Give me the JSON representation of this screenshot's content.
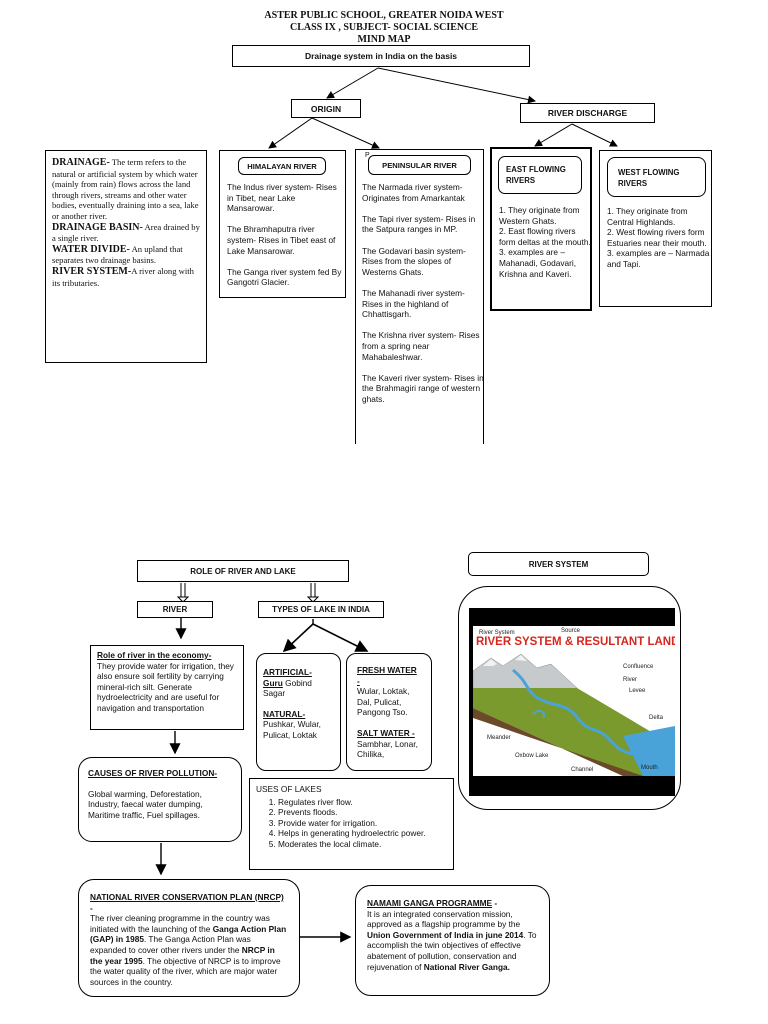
{
  "header": {
    "line1": "ASTER PUBLIC SCHOOL, GREATER NOIDA WEST",
    "line2": "CLASS IX , SUBJECT- SOCIAL SCIENCE",
    "line3": "MIND MAP"
  },
  "top": {
    "main_title": "Drainage system in India on the basis",
    "origin": "ORIGIN",
    "river_discharge": "RIVER DISCHARGE",
    "definitions": [
      {
        "term": "DRAINAGE-",
        "text": " The term refers to the natural or artificial system by which water (mainly from rain) flows across the land through rivers, streams and other water bodies, eventually draining into a sea, lake or another river."
      },
      {
        "term": "DRAINAGE BASIN-",
        "text": " Area drained by a single river."
      },
      {
        "term": "WATER DIVIDE-",
        "text": " An upland that separates two drainage basins."
      },
      {
        "term": "RIVER SYSTEM-",
        "text": "A river along with its tributaries."
      }
    ],
    "himalayan": {
      "title": "HIMALAYAN RIVER",
      "items": [
        "The Indus river system- Rises in Tibet, near Lake Mansarowar.",
        "The Bhramhaputra river system- Rises in Tibet east of Lake Mansarowar.",
        "The Ganga river system fed By Gangotri Glacier."
      ]
    },
    "peninsular": {
      "stray": "P",
      "title": "PENINSULAR  RIVER",
      "items": [
        "The Narmada river system- Originates from Amarkantak",
        "The Tapi river system- Rises in the Satpura ranges in MP.",
        "The Godavari basin system- Rises from the slopes of Westerns Ghats.",
        "The Mahanadi river system- Rises in the highland of Chhattisgarh.",
        "The Krishna river system- Rises from a spring near Mahabaleshwar.",
        "The Kaveri river system- Rises in the Brahmagiri range of western ghats."
      ]
    },
    "east_flowing": {
      "title": "EAST FLOWING RIVERS",
      "items": [
        "1. They originate from Western Ghats.",
        "2. East flowing rivers form deltas at the mouth.",
        "3. examples are – Mahanadi, Godavari, Krishna and Kaveri."
      ]
    },
    "west_flowing": {
      "title": "WEST FLOWING RIVERS",
      "items": [
        "1. They originate from Central Highlands.",
        "2. West flowing rivers form Estuaries near their mouth.",
        "3. examples are – Narmada and Tapi."
      ]
    }
  },
  "bottom": {
    "role_title": "ROLE OF RIVER AND LAKE",
    "river": "RIVER",
    "types_of_lake": "TYPES OF LAKE IN INDIA",
    "role_economy": {
      "heading": "Role of river in the economy-",
      "text": "They provide water for irrigation, they also ensure soil fertility by carrying mineral-rich silt. Generate hydroelectricity and are useful for navigation and transportation"
    },
    "artificial": {
      "heading": "ARTIFICIAL-",
      "heading2": "Guru",
      "text": " Gobind Sagar"
    },
    "natural": {
      "heading": "NATURAL-",
      "text": "Pushkar, Wular, Pulicat, Loktak"
    },
    "fresh_water": {
      "heading": "FRESH WATER -",
      "text": "Wular, Loktak, Dal, Pulicat, Pangong Tso."
    },
    "salt_water": {
      "heading": "SALT WATER -",
      "text": "Sambhar, Lonar, Chilika,"
    },
    "uses_of_lakes": {
      "heading": "USES OF LAKES",
      "items": [
        "Regulates river flow.",
        "Prevents floods.",
        "Provide water for irrigation.",
        "Helps in generating hydroelectric power.",
        "Moderates the local climate."
      ]
    },
    "pollution": {
      "heading": "CAUSES OF RIVER POLLUTION-",
      "text": "Global warming, Deforestation, Industry, faecal water dumping, Maritime traffic, Fuel spillages."
    },
    "nrcp": {
      "heading": "NATIONAL RIVER CONSERVATION PLAN (NRCP)",
      "dash": " -",
      "t1": "The river cleaning programme in the country was initiated with the launching of the ",
      "b1": "Ganga Action Plan (GAP) in 1985",
      "t2": ". The Ganga Action Plan was expanded to cover other rivers under the ",
      "b2": "NRCP in the year 1995",
      "t3": ". The objective of NRCP is to improve the water quality of the river, which are major water sources in the country."
    },
    "namami": {
      "heading": "NAMAMI GANGA PROGRAMME",
      "dash": "  -",
      "t1": "It is an integrated conservation mission, approved as a flagship programme by the ",
      "b1": "Union Government of India in june 2014",
      "t2": ". To accomplish the twin objectives of effective abatement of pollution, conservation and rejuvenation of ",
      "b2": "National River Ganga."
    },
    "river_system": {
      "title": "RIVER SYSTEM",
      "image_title": "RIVER SYSTEM & RESULTANT LANDFO",
      "labels": {
        "river_system": "River System",
        "source": "Source",
        "confluence": "Confluence",
        "river": "River",
        "levee": "Levee",
        "delta": "Delta",
        "meander": "Meander",
        "oxbow": "Oxbow Lake",
        "channel": "Channel",
        "mouth": "Mouth"
      }
    }
  },
  "colors": {
    "line": "#000000",
    "image_title_red": "#d7261e",
    "image_bg": "#000000",
    "ground_green": "#6f8f2a",
    "water_blue": "#4aa3d8",
    "mountain_grey": "#b9bdc2"
  }
}
